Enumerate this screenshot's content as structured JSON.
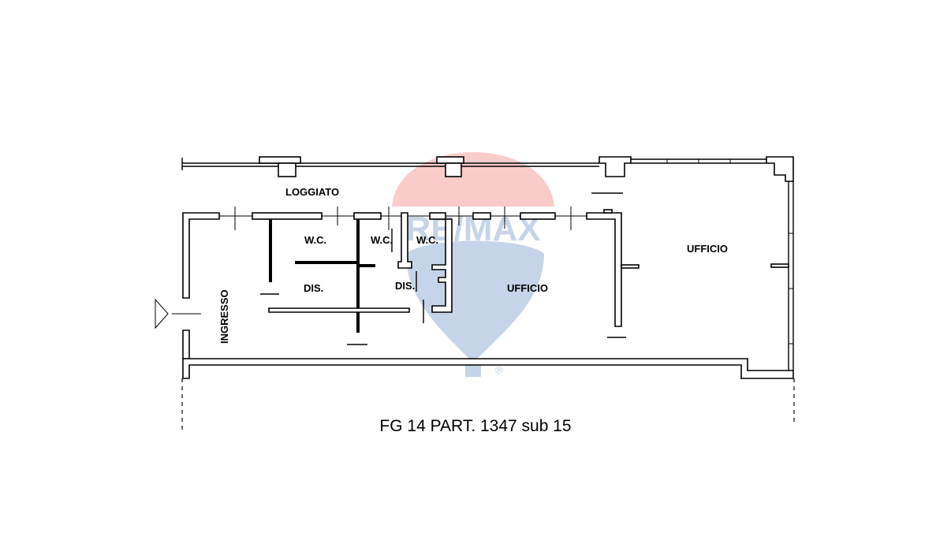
{
  "rooms": {
    "loggiato": "LOGGIATO",
    "wc_1": "W.C.",
    "wc_2": "W.C.",
    "wc_3": "W.C.",
    "dis_1": "DIS.",
    "dis_2": "DIS.",
    "ufficio_1": "UFFICIO",
    "ufficio_2": "UFFICIO",
    "ingresso": "INGRESSO"
  },
  "caption": "FG 14 PART. 1347 sub 15",
  "watermark": {
    "brand_text": "RE/MAX",
    "registered_mark": "®",
    "top_color": "#e8322d",
    "bottom_color": "#1b56a6"
  }
}
